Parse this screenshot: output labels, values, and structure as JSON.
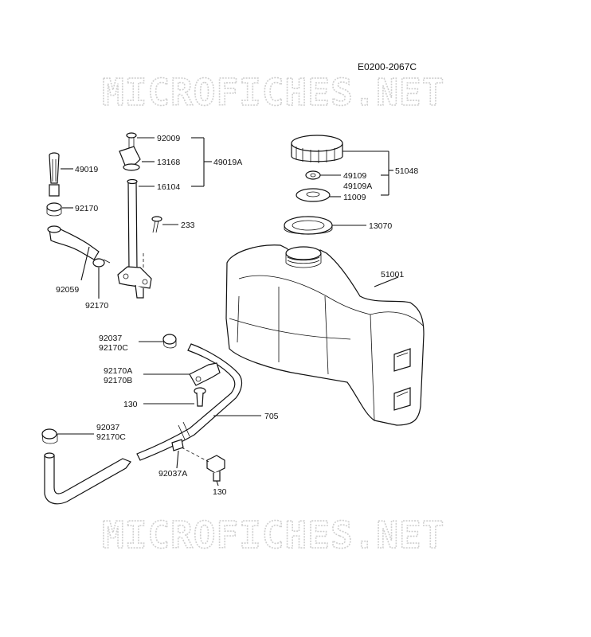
{
  "diagram_code": "E0200-2067C",
  "watermark": "MICROFICHES.NET",
  "parts": {
    "p92009": "92009",
    "p13168": "13168",
    "p49019A": "49019A",
    "p16104": "16104",
    "p49019": "49019",
    "p92170_top": "92170",
    "p233": "233",
    "p92059": "92059",
    "p92170_mid": "92170",
    "p49109": "49109",
    "p49109A": "49109A",
    "p51048": "51048",
    "p11009": "11009",
    "p13070": "13070",
    "p51001": "51001",
    "p92037_a": "92037",
    "p92170C_a": "92170C",
    "p92170A": "92170A",
    "p92170B": "92170B",
    "p130_a": "130",
    "p705": "705",
    "p92037_b": "92037",
    "p92170C_b": "92170C",
    "p92037A": "92037A",
    "p130_b": "130"
  }
}
